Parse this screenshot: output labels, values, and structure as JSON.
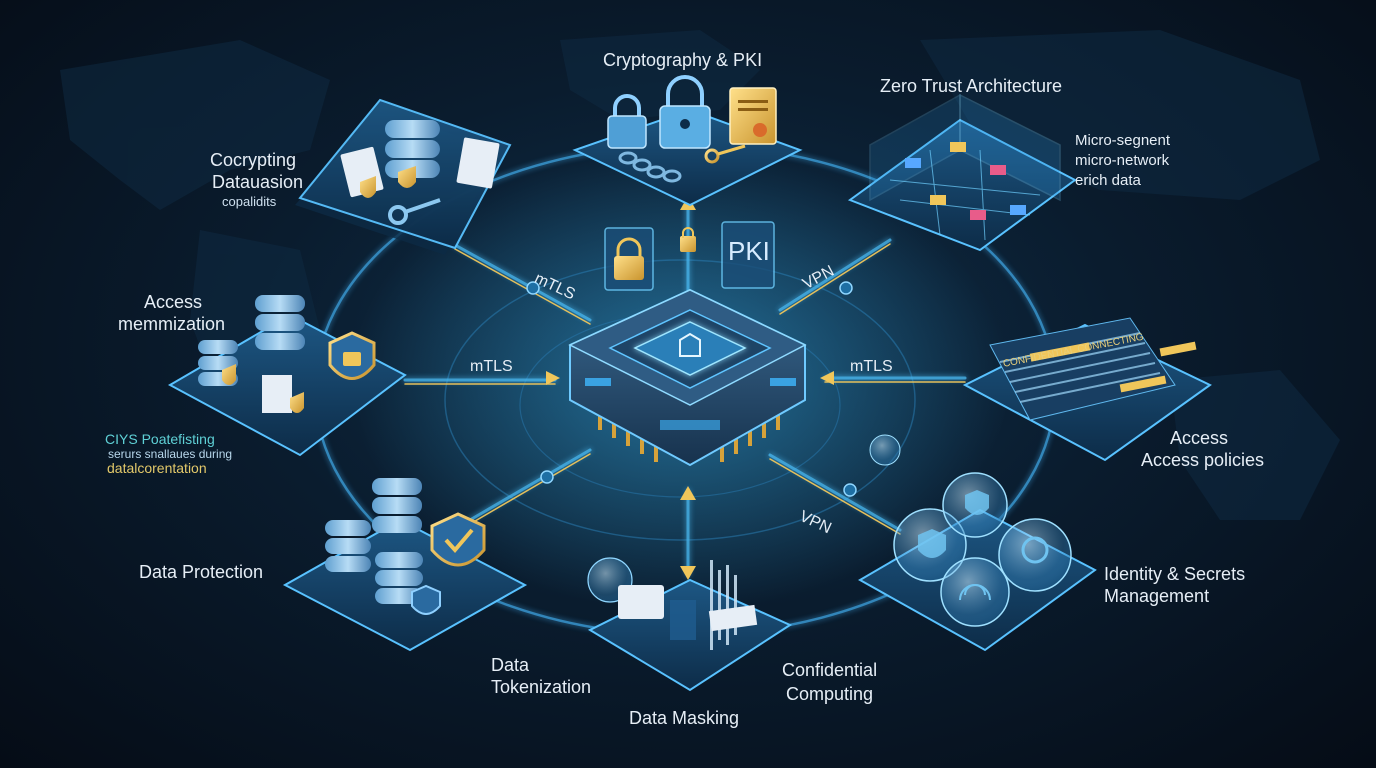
{
  "modules": {
    "crypto_pki": {
      "title": "Cryptography & PKI",
      "badge": "PKI"
    },
    "zero_trust": {
      "title": "Zero Trust Architecture",
      "lines": [
        "Micro-segnent",
        "micro-network",
        "erich data"
      ]
    },
    "encrypting": {
      "lines": [
        "Cocrypting",
        "Datauasion",
        "copalidits"
      ]
    },
    "access_min": {
      "lines": [
        "Access",
        "memmization"
      ]
    },
    "garbled_text": {
      "lines": [
        "CIYS Poatefisting",
        "serurs snallaues during",
        "datalcorentation"
      ]
    },
    "access_policies": {
      "lines": [
        "Access",
        "Access policies"
      ],
      "doc_text": "CONFIDENTIAL CONNECTING"
    },
    "data_protection": {
      "title": "Data Protection"
    },
    "data_tokenization": {
      "lines": [
        "Data",
        "Tokenization"
      ]
    },
    "data_masking": {
      "title": "Data Masking"
    },
    "confidential": {
      "lines": [
        "Confidential",
        "Computing"
      ]
    },
    "identity": {
      "lines": [
        "Identity & Secrets",
        "Management"
      ]
    }
  },
  "connections": {
    "upper_left": "mTLS",
    "upper_right": "VPN",
    "left": "mTLS",
    "right": "mTLS",
    "lower_right": "VPN"
  },
  "colors": {
    "background": "#07111d",
    "glow": "#2fb4ff",
    "accent_gold": "#f0c65a",
    "panel": "#18466b",
    "label": "#e6eef6"
  }
}
